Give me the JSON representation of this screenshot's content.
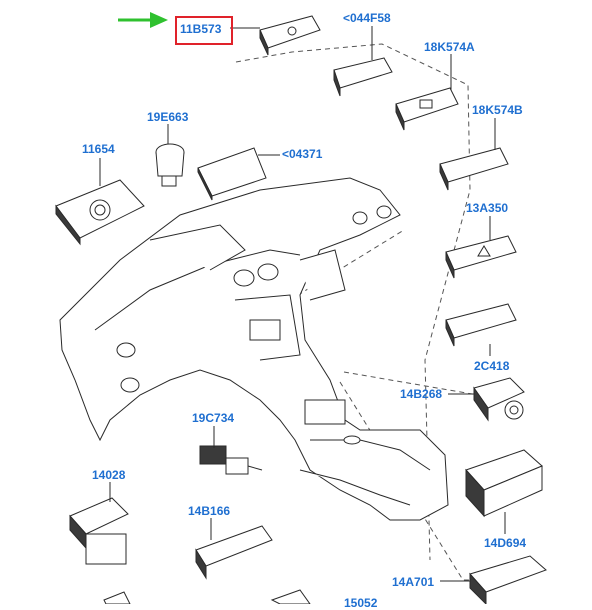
{
  "colors": {
    "label": "#1f6fd0",
    "highlight_box": "#e0222a",
    "pointer_arrow": "#2fc12f",
    "linework": "#2a2a2a",
    "part_fill": "#3a3a3a"
  },
  "highlighted_part": "11B573",
  "parts": {
    "p11B573": "11B573",
    "p044F58": "<044F58",
    "p18K574A": "18K574A",
    "p18K574B": "18K574B",
    "p19E663": "19E663",
    "p11654": "11654",
    "p04371": "<04371",
    "p13A350": "13A350",
    "p2C418": "2C418",
    "p14B268": "14B268",
    "p19C734": "19C734",
    "p14028": "14028",
    "p14D694": "14D694",
    "p14B166": "14B166",
    "p14A701": "14A701",
    "p15052": "15052"
  },
  "icons": [
    "pointer-arrow-icon"
  ]
}
